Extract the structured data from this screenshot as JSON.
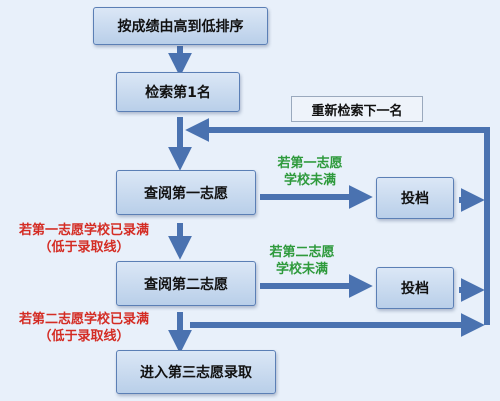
{
  "steps": {
    "sort": "按成绩由高到低排序",
    "retrieve": "检索第1名",
    "first_choice": "查阅第一志愿",
    "second_choice": "查阅第二志愿",
    "third_choice": "进入第三志愿录取",
    "submit1": "投档",
    "submit2": "投档"
  },
  "loop_label": "重新检索下一名",
  "conditions": {
    "first_not_full": [
      "若第一志愿",
      "学校未满"
    ],
    "second_not_full": [
      "若第二志愿",
      "学校未满"
    ],
    "first_full": [
      "若第一志愿学校已录满",
      "（低于录取线）"
    ],
    "second_full": [
      "若第二志愿学校已录满",
      "（低于录取线）"
    ]
  },
  "colors": {
    "arrow": "#4a72b0",
    "box_border": "#5b7fb5",
    "condition_ok": "#2e9a3c",
    "condition_full": "#d42c24"
  }
}
